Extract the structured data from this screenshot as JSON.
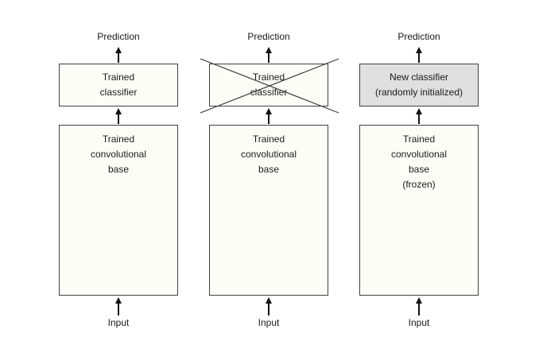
{
  "theme": {
    "background": "#ffffff",
    "box-fill": "#fdfdf8",
    "box-border": "#3f3f3f",
    "highlight-fill": "#e0e0e0",
    "text-color": "#1a1a1a",
    "arrow-color": "#111111",
    "cross-color": "#3f3f3f"
  },
  "diagram": {
    "columns": [
      {
        "prediction_label": "Prediction",
        "classifier_box": {
          "lines": [
            "Trained",
            "classifier"
          ],
          "crossed_out": false,
          "highlighted": false
        },
        "base_box": {
          "lines": [
            "Trained",
            "convolutional",
            "base"
          ]
        },
        "input_label": "Input"
      },
      {
        "prediction_label": "Prediction",
        "classifier_box": {
          "lines": [
            "Trained",
            "classifier"
          ],
          "crossed_out": true,
          "highlighted": false
        },
        "base_box": {
          "lines": [
            "Trained",
            "convolutional",
            "base"
          ]
        },
        "input_label": "Input"
      },
      {
        "prediction_label": "Prediction",
        "classifier_box": {
          "lines": [
            "New classifier",
            "(randomly initialized)"
          ],
          "crossed_out": false,
          "highlighted": true
        },
        "base_box": {
          "lines": [
            "Trained",
            "convolutional",
            "base",
            "(frozen)"
          ]
        },
        "input_label": "Input"
      }
    ]
  }
}
